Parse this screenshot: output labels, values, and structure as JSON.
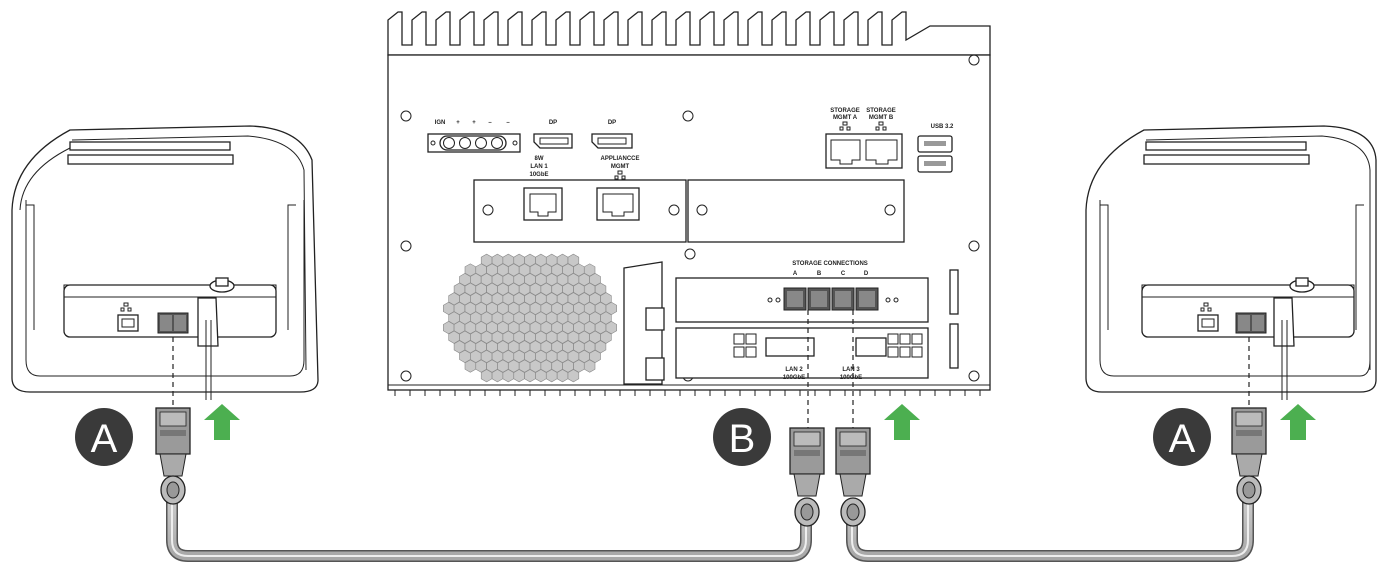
{
  "appliance": {
    "ign": "IGN",
    "ign_pins": [
      "+",
      "+",
      "–",
      "–"
    ],
    "dp_1": "DP",
    "dp_2": "DP",
    "lan1_line1": "8W",
    "lan1_line2": "LAN 1",
    "lan1_line3": "10GbE",
    "mgmt_line1": "APPLIANCCE",
    "mgmt_line2": "MGMT",
    "storage_mgmt_a_line1": "STORAGE",
    "storage_mgmt_a_line2": "MGMT A",
    "storage_mgmt_b_line1": "STORAGE",
    "storage_mgmt_b_line2": "MGMT B",
    "usb": "USB 3.2",
    "storage_connections": "STORAGE CONNECTIONS",
    "storage_ports": [
      "A",
      "B",
      "C",
      "D"
    ],
    "lan2_line1": "LAN 2",
    "lan2_line2": "100GbE",
    "lan3_line1": "LAN 3",
    "lan3_line2": "100GbE"
  },
  "callouts": {
    "left": "A",
    "center": "B",
    "right": "A"
  },
  "colors": {
    "badge": "#3a3a3a",
    "arrow": "#4caf50",
    "cable": "#bdbdbd",
    "line": "#222222"
  },
  "icons": [
    "ethernet-port-icon",
    "green-up-arrow-icon",
    "network-icon"
  ]
}
